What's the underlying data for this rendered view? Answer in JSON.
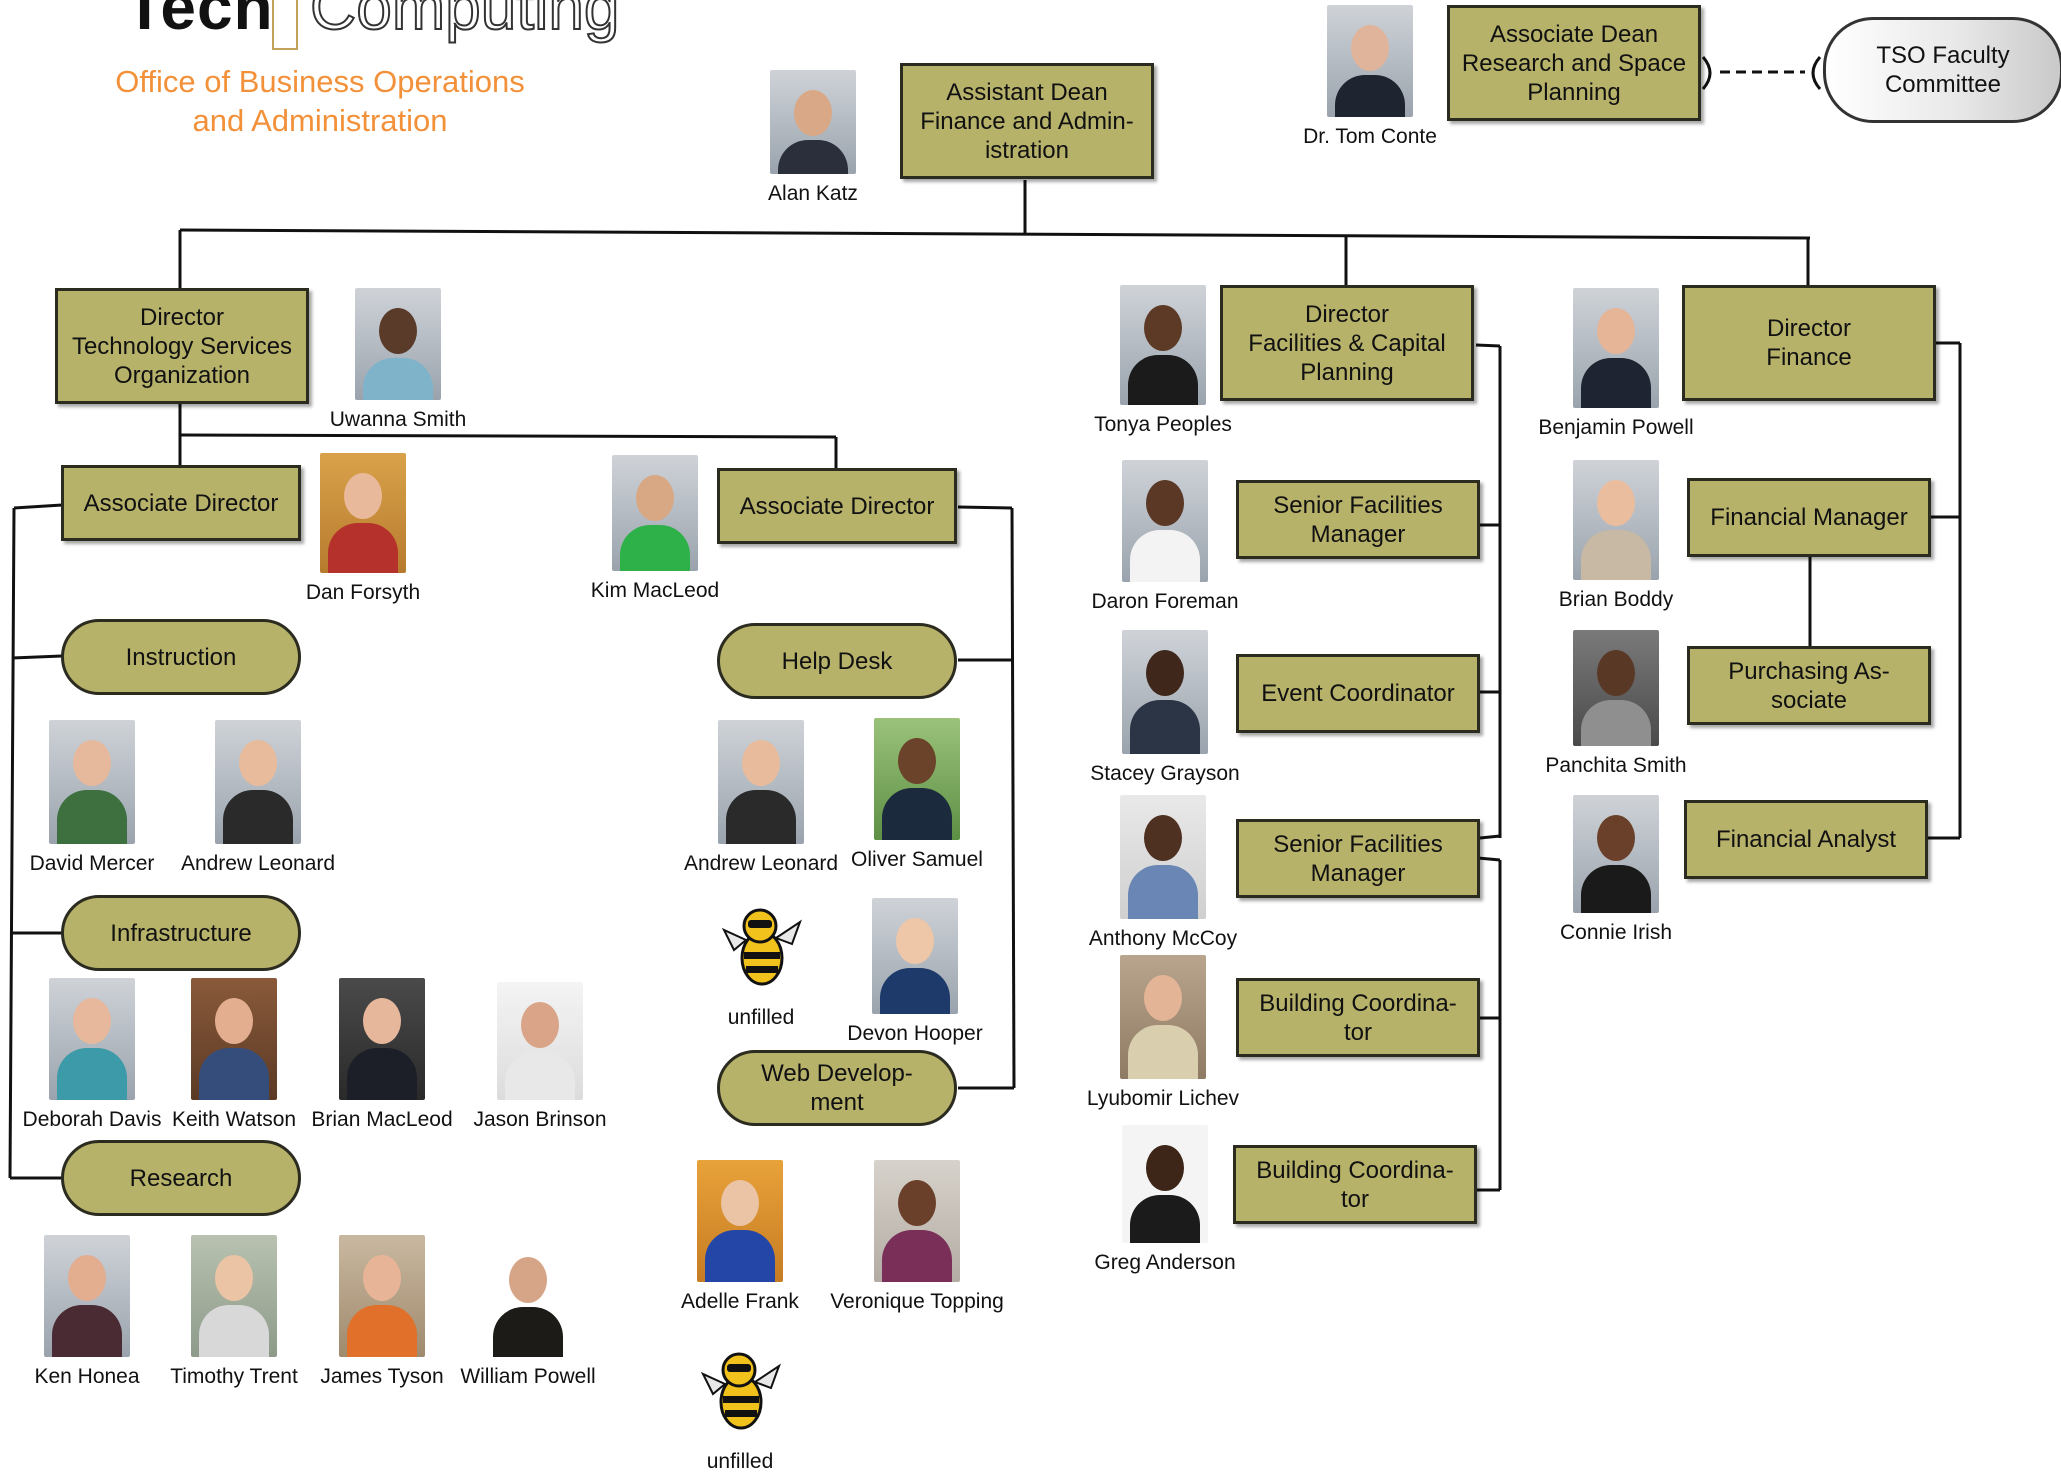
{
  "header": {
    "logo_word_1": "Tech",
    "logo_word_2": "Computing",
    "office_title": "Office of Business Operations\nand Administration"
  },
  "colors": {
    "box_fill": "#b7b26a",
    "box_border": "#2b2b1f",
    "office_text": "#f3913a"
  },
  "boxes": {
    "asst_dean": "Assistant Dean\nFinance and Admin-\nistration",
    "assoc_dean": "Associate Dean\nResearch and Space\nPlanning",
    "tso_committee": "TSO Faculty\nCommittee",
    "dir_tso": "Director\nTechnology Services\nOrganization",
    "assoc_dir_1": "Associate Director",
    "assoc_dir_2": "Associate Director",
    "instruction": "Instruction",
    "infrastructure": "Infrastructure",
    "research": "Research",
    "help_desk": "Help Desk",
    "web_dev": "Web Develop-\nment",
    "dir_facilities": "Director\nFacilities & Capital\nPlanning",
    "sr_fac_mgr_1": "Senior Facilities\nManager",
    "event_coord": "Event Coordinator",
    "sr_fac_mgr_2": "Senior Facilities\nManager",
    "bldg_coord_1": "Building Coordina-\ntor",
    "bldg_coord_2": "Building Coordina-\ntor",
    "dir_finance": "Director\nFinance",
    "fin_mgr": "Financial Manager",
    "purch_assoc": "Purchasing As-\nsociate",
    "fin_analyst": "Financial Analyst"
  },
  "people": {
    "alan_katz": "Alan Katz",
    "tom_conte": "Dr. Tom Conte",
    "uwanna_smith": "Uwanna Smith",
    "dan_forsyth": "Dan Forsyth",
    "kim_macleod": "Kim MacLeod",
    "david_mercer": "David Mercer",
    "andrew_leonard_1": "Andrew Leonard",
    "deborah_davis": "Deborah Davis",
    "keith_watson": "Keith Watson",
    "brian_macleod": "Brian MacLeod",
    "jason_brinson": "Jason Brinson",
    "ken_honea": "Ken Honea",
    "timothy_trent": "Timothy Trent",
    "james_tyson": "James Tyson",
    "william_powell": "William Powell",
    "andrew_leonard_2": "Andrew Leonard",
    "oliver_samuel": "Oliver Samuel",
    "unfilled_1": "unfilled",
    "devon_hooper": "Devon Hooper",
    "adelle_frank": "Adelle Frank",
    "veronique_topping": "Veronique Topping",
    "unfilled_2": "unfilled",
    "tonya_peoples": "Tonya Peoples",
    "daron_foreman": "Daron Foreman",
    "stacey_grayson": "Stacey Grayson",
    "anthony_mccoy": "Anthony McCoy",
    "lyubomir_lichev": "Lyubomir Lichev",
    "greg_anderson": "Greg Anderson",
    "benjamin_powell": "Benjamin Powell",
    "brian_boddy": "Brian Boddy",
    "panchita_smith": "Panchita Smith",
    "connie_irish": "Connie Irish"
  }
}
